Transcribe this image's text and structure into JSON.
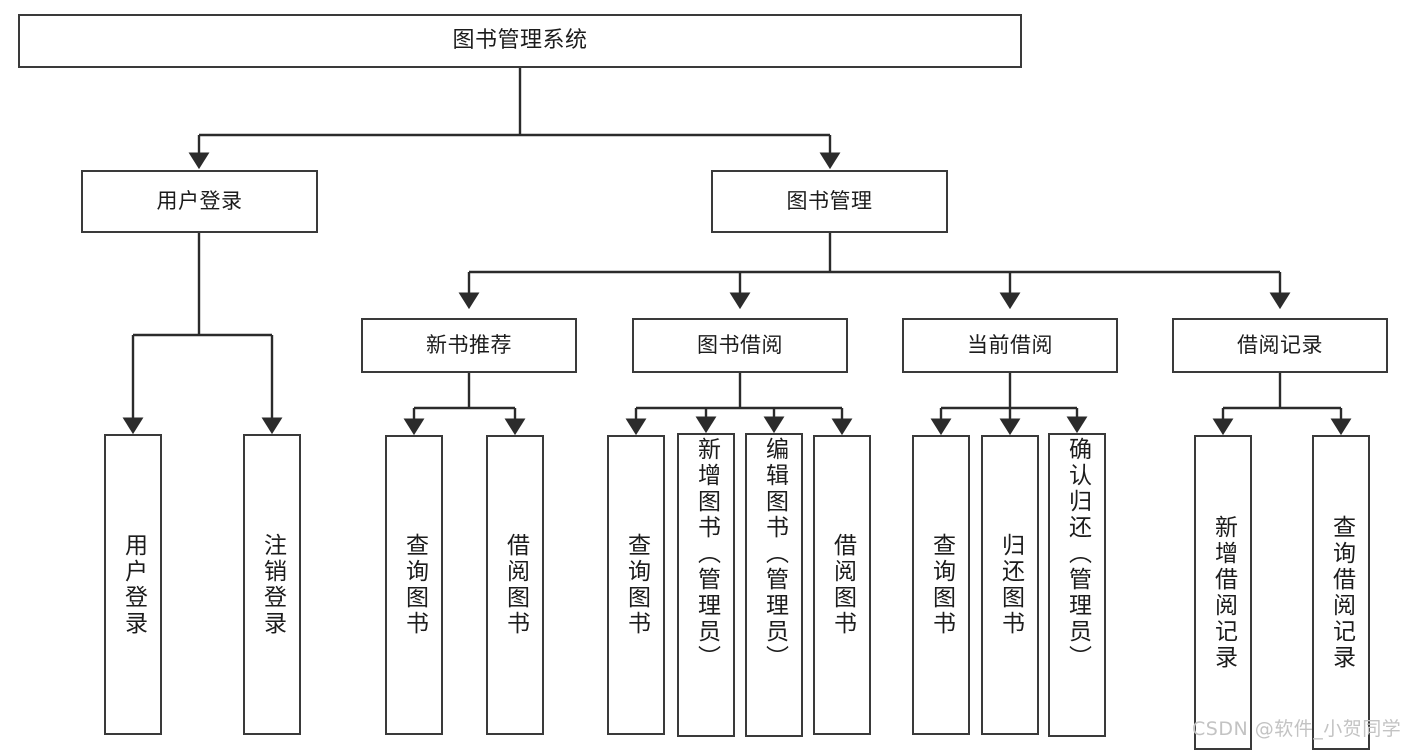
{
  "diagram": {
    "type": "tree",
    "title": "图书管理系统",
    "root": {
      "label": "图书管理系统"
    },
    "level1": [
      {
        "label": "用户登录"
      },
      {
        "label": "图书管理"
      }
    ],
    "level2": [
      {
        "label": "新书推荐",
        "parent": "图书管理"
      },
      {
        "label": "图书借阅",
        "parent": "图书管理"
      },
      {
        "label": "当前借阅",
        "parent": "图书管理"
      },
      {
        "label": "借阅记录",
        "parent": "图书管理"
      }
    ],
    "leaves": {
      "user_login": [
        {
          "label": "用户登录"
        },
        {
          "label": "注销登录"
        }
      ],
      "new_book_recommend": [
        {
          "label": "查询图书"
        },
        {
          "label": "借阅图书"
        }
      ],
      "book_borrow": [
        {
          "label": "查询图书"
        },
        {
          "label": "新增图书（管理员）"
        },
        {
          "label": "编辑图书（管理员）"
        },
        {
          "label": "借阅图书"
        }
      ],
      "current_borrow": [
        {
          "label": "查询图书"
        },
        {
          "label": "归还图书"
        },
        {
          "label": "确认归还（管理员）"
        }
      ],
      "borrow_record": [
        {
          "label": "新增借阅记录"
        },
        {
          "label": "查询借阅记录"
        }
      ]
    }
  },
  "watermark": {
    "text": "CSDN @软件_小贺同学"
  },
  "colors": {
    "box_border": "#3a3a3a",
    "line": "#2b2b2b",
    "text": "#1c1c1c",
    "background": "#ffffff",
    "watermark": "#c3c3c3"
  }
}
